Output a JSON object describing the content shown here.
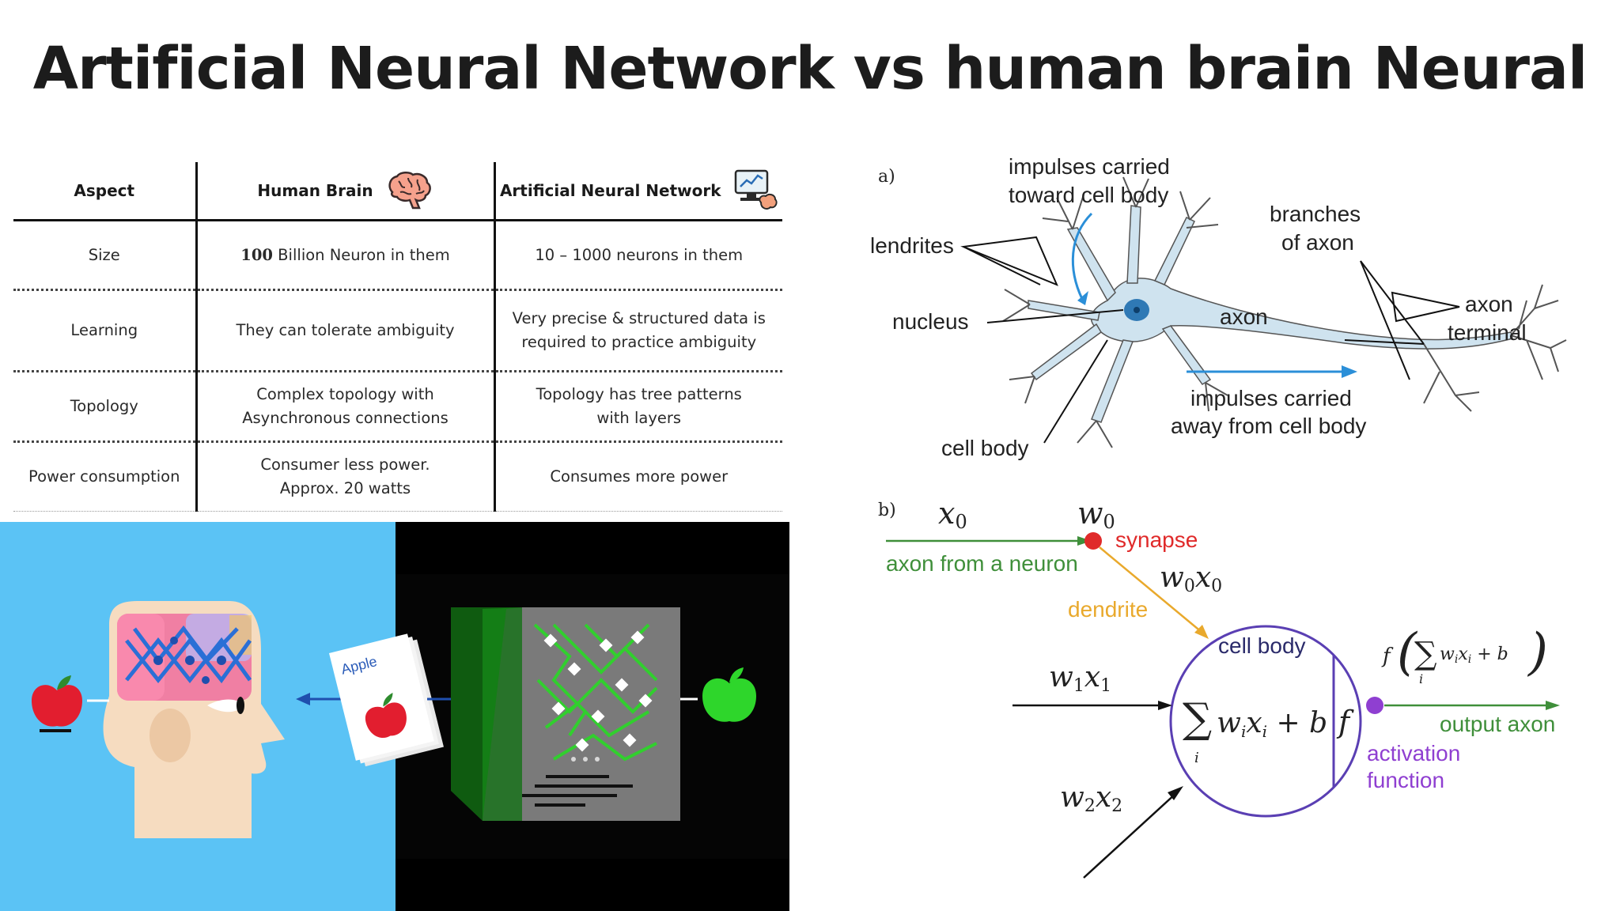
{
  "title": "Artificial Neural Network vs human brain Neural",
  "table": {
    "headers": [
      "Aspect",
      "Human Brain",
      "Artificial Neural Network"
    ],
    "header_icons": [
      "brain-icon",
      "computer-brain-icon"
    ],
    "rows": [
      {
        "aspect": "Size",
        "brain_num": "100",
        "brain_rest": " Billion Neuron in them",
        "ann": [
          "10 – 1000 neurons in them"
        ]
      },
      {
        "aspect": "Learning",
        "brain": [
          "They can tolerate ambiguity"
        ],
        "ann": [
          "Very precise & structured data is",
          "required to practice ambiguity"
        ]
      },
      {
        "aspect": "Topology",
        "brain": [
          "Complex topology with",
          "Asynchronous connections"
        ],
        "ann": [
          "Topology has tree patterns",
          "with layers"
        ]
      },
      {
        "aspect": "Power consumption",
        "brain": [
          "Consumer less power.",
          "Approx. 20 watts"
        ],
        "ann": [
          "Consumes more power"
        ]
      }
    ]
  },
  "illustration": {
    "card_text": "Apple",
    "colors": {
      "left_bg": "#5bc3f5",
      "right_bg": "#000000",
      "apple_red": "#e21e2f",
      "apple_green": "#2ed62b",
      "circuit_green": "#31cf2e"
    }
  },
  "diagram_a": {
    "panel_label": "a)",
    "labels": {
      "impulses_toward_1": "impulses carried",
      "impulses_toward_2": "toward cell body",
      "dendrites": "lendrites",
      "branches_1": "branches",
      "branches_2": "of axon",
      "nucleus": "nucleus",
      "axon": "axon",
      "axon_terminal_1": "axon",
      "axon_terminal_2": "terminal",
      "impulses_away_1": "impulses carried",
      "impulses_away_2": "away from cell body",
      "cell_body": "cell body"
    },
    "colors": {
      "neuron_fill": "#cfe3ef",
      "nucleus": "#2f79b5",
      "arrow_blue": "#2b8fd8"
    }
  },
  "diagram_b": {
    "panel_label": "b)",
    "labels": {
      "x0": "x",
      "x0_sub": "0",
      "w0": "w",
      "w0_sub": "0",
      "synapse": "synapse",
      "axon_from": "axon from a neuron",
      "w0x0_a": "w",
      "w0x0_b": "0",
      "w0x0_c": "x",
      "w0x0_d": "0",
      "dendrite": "dendrite",
      "cell_body": "cell body",
      "w1x1_a": "w",
      "w1x1_b": "1",
      "w1x1_c": "x",
      "w1x1_d": "1",
      "sum_expr": "w",
      "f": "f",
      "output_axon": "output axon",
      "activation_1": "activation",
      "activation_2": "function",
      "w2x2_a": "w",
      "w2x2_b": "2",
      "w2x2_c": "x",
      "w2x2_d": "2"
    },
    "colors": {
      "synapse_red": "#e02a2a",
      "dendrite_orange": "#e9a92c",
      "axon_green": "#3f8f3a",
      "cell_purple": "#5a3fb3",
      "activation_purple": "#8f3fd1"
    }
  }
}
